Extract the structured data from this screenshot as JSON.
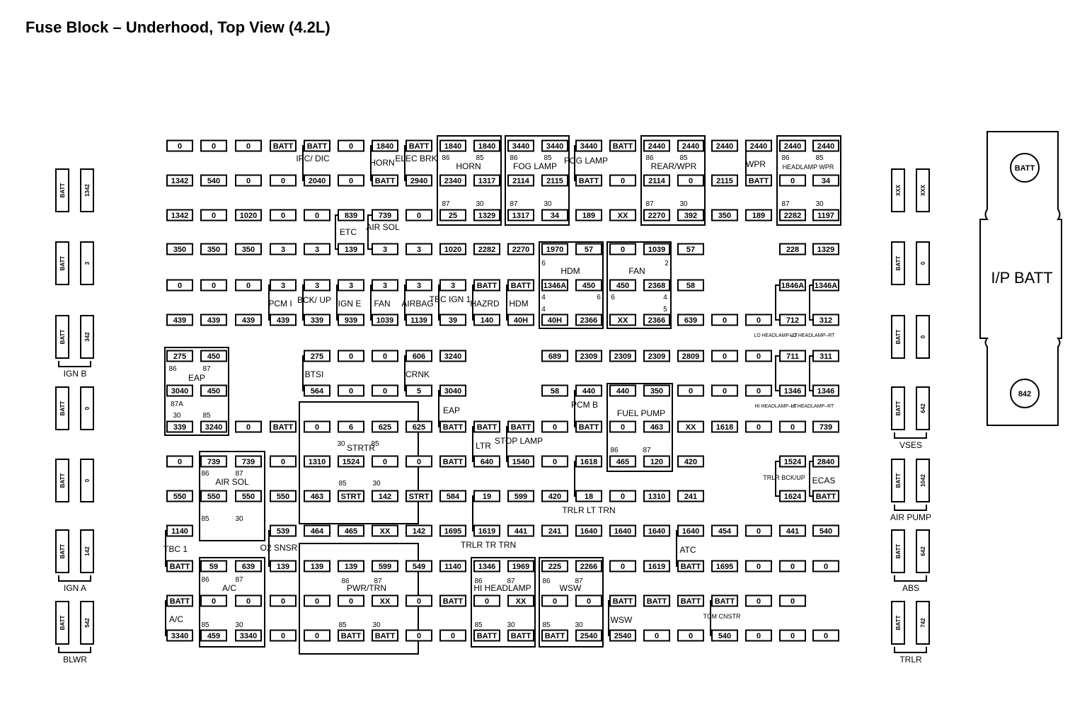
{
  "title": "Fuse Block – Underhood, Top View (4.2L)",
  "rows": [
    [
      "0",
      "0",
      "0",
      "BATT",
      "BATT",
      "0",
      "1840",
      "BATT",
      "1840",
      "1840",
      "3440",
      "3440",
      "3440",
      "BATT",
      "2440",
      "2440",
      "2440",
      "2440",
      "2440",
      "2440"
    ],
    [
      "1342",
      "540",
      "0",
      "0",
      "2040",
      "0",
      "BATT",
      "2940",
      "2340",
      "1317",
      "2114",
      "2115",
      "BATT",
      "0",
      "2114",
      "0",
      "2115",
      "BATT",
      "0",
      "34"
    ],
    [
      "1342",
      "0",
      "1020",
      "0",
      "0",
      "839",
      "739",
      "0",
      "25",
      "1329",
      "1317",
      "34",
      "189",
      "XX",
      "2270",
      "392",
      "350",
      "189",
      "2282",
      "1197"
    ],
    [
      "350",
      "350",
      "350",
      "3",
      "3",
      "139",
      "3",
      "3",
      "1020",
      "2282",
      "2270",
      "1970",
      "57",
      "0",
      "1039",
      "57",
      "",
      "",
      "228",
      "1329"
    ],
    [
      "0",
      "0",
      "0",
      "3",
      "3",
      "3",
      "3",
      "3",
      "3",
      "BATT",
      "BATT",
      "1346A",
      "450",
      "450",
      "2368",
      "58",
      "",
      "",
      "1846A",
      "1346A"
    ],
    [
      "439",
      "439",
      "439",
      "439",
      "339",
      "939",
      "1039",
      "1139",
      "39",
      "140",
      "40H",
      "40H",
      "2366",
      "XX",
      "2366",
      "639",
      "0",
      "0",
      "712",
      "312"
    ],
    [
      "275",
      "450",
      "",
      "",
      "275",
      "0",
      "0",
      "606",
      "3240",
      "",
      "",
      "689",
      "2309",
      "2309",
      "2309",
      "2809",
      "0",
      "0",
      "711",
      "311"
    ],
    [
      "3040",
      "450",
      "",
      "",
      "564",
      "0",
      "0",
      "5",
      "3040",
      "",
      "",
      "58",
      "440",
      "440",
      "350",
      "0",
      "0",
      "0",
      "1346",
      "1346"
    ],
    [
      "339",
      "3240",
      "0",
      "BATT",
      "0",
      "6",
      "625",
      "625",
      "BATT",
      "BATT",
      "BATT",
      "0",
      "BATT",
      "0",
      "463",
      "XX",
      "1618",
      "0",
      "0",
      "739"
    ],
    [
      "0",
      "739",
      "739",
      "0",
      "1310",
      "1524",
      "0",
      "0",
      "BATT",
      "640",
      "1540",
      "0",
      "1618",
      "465",
      "120",
      "420",
      "",
      "",
      "1524",
      "2840"
    ],
    [
      "550",
      "550",
      "550",
      "550",
      "463",
      "STRT",
      "142",
      "STRT",
      "584",
      "19",
      "599",
      "420",
      "18",
      "0",
      "1310",
      "241",
      "",
      "",
      "1624",
      "BATT"
    ],
    [
      "1140",
      "539",
      "464",
      "465",
      "XX",
      "142",
      "1695",
      "1619",
      "441",
      "241",
      "1640",
      "1640",
      "1640",
      "1640",
      "454",
      "0",
      "441",
      "540"
    ],
    [
      "BATT",
      "59",
      "639",
      "139",
      "139",
      "139",
      "599",
      "549",
      "1140",
      "1346",
      "1969",
      "225",
      "2266",
      "0",
      "1619",
      "BATT",
      "1695",
      "0",
      "0",
      "0"
    ],
    [
      "BATT",
      "0",
      "0",
      "0",
      "0",
      "0",
      "XX",
      "0",
      "BATT",
      "0",
      "XX",
      "0",
      "0",
      "BATT",
      "BATT",
      "BATT",
      "BATT",
      "0",
      "0"
    ],
    [
      "3340",
      "459",
      "3340",
      "0",
      "0",
      "BATT",
      "BATT",
      "0",
      "0",
      "BATT",
      "BATT",
      "BATT",
      "2540",
      "2540",
      "0",
      "0",
      "540",
      "0",
      "0",
      "0"
    ]
  ],
  "labels": {
    "ipc_dic": "IPC/ DIC",
    "horn_small": "HORN",
    "elec_brk": "ELEC BRK",
    "horn": "HORN",
    "fog_lamp": "FOG LAMP",
    "fog_lamp2": "FOG LAMP",
    "rear_wpr": "REAR/WPR",
    "wpr": "WPR",
    "headlamp_wpr": "HEADLAMP WPR",
    "etc": "ETC",
    "air_sol_small": "AIR SOL",
    "hdm_big": "HDM",
    "fan_big": "FAN",
    "pcm_i": "PCM I",
    "bck_up": "BCK/ UP",
    "ign_e": "IGN E",
    "fan": "FAN",
    "airbag": "AIRBAG",
    "tbc_ign1": "TBC IGN 1",
    "hazrd": "HAZRD",
    "hdm": "HDM",
    "lo_hl_lt": "LO HEADLAMP–LT",
    "lo_hl_rt": "LO HEADLAMP–RT",
    "eap_big": "EAP",
    "btsi": "BTSI",
    "crnk": "CRNK",
    "eap": "EAP",
    "pcm_b": "PCM B",
    "fuel_pump": "FUEL PUMP",
    "hi_hl_lt": "HI HEADLAMP–LT",
    "hi_hl_rt": "HI HEADLAMP–RT",
    "strtr": "STRTR",
    "ltr": "LTR",
    "stop_lamp": "STOP LAMP",
    "air_sol": "AIR SOL",
    "trlr_bckup": "TRLR BCK/UP",
    "ecas": "ECAS",
    "trlr_lt_trn": "TRLR LT TRN",
    "tbc1": "TBC 1",
    "o2_snsr": "O2 SNSR",
    "trlr_tr_trn": "TRLR TR TRN",
    "atc": "ATC",
    "ac_big": "A/C",
    "pwr_trn": "PWR/TRN",
    "hi_headlamp": "HI HEADLAMP",
    "wsw_big": "WSW",
    "ac": "A/C",
    "wsw": "WSW",
    "tcm_cnstr": "TCM CNSTR",
    "ip_batt": "I/P BATT",
    "ip_batt_top": "BATT",
    "ip_batt_bottom": "842"
  },
  "pins": [
    "30",
    "85",
    "86",
    "87",
    "87A",
    "2",
    "4",
    "5",
    "6"
  ],
  "relays_left": [
    {
      "a": "BATT",
      "b": "1342",
      "label": ""
    },
    {
      "a": "BATT",
      "b": "3",
      "label": ""
    },
    {
      "a": "BATT",
      "b": "342",
      "label": "IGN B"
    },
    {
      "a": "BATT",
      "b": "0",
      "label": ""
    },
    {
      "a": "BATT",
      "b": "0",
      "label": ""
    },
    {
      "a": "BATT",
      "b": "142",
      "label": "IGN A"
    },
    {
      "a": "BATT",
      "b": "542",
      "label": "BLWR"
    }
  ],
  "relays_right": [
    {
      "a": "XXX",
      "b": "XXX",
      "label": ""
    },
    {
      "a": "BATT",
      "b": "0",
      "label": ""
    },
    {
      "a": "BATT",
      "b": "0",
      "label": ""
    },
    {
      "a": "BATT",
      "b": "642",
      "label": "VSES"
    },
    {
      "a": "BATT",
      "b": "1042",
      "label": "AIR PUMP"
    },
    {
      "a": "BATT",
      "b": "642",
      "label": "ABS"
    },
    {
      "a": "BATT",
      "b": "742",
      "label": "TRLR"
    }
  ]
}
